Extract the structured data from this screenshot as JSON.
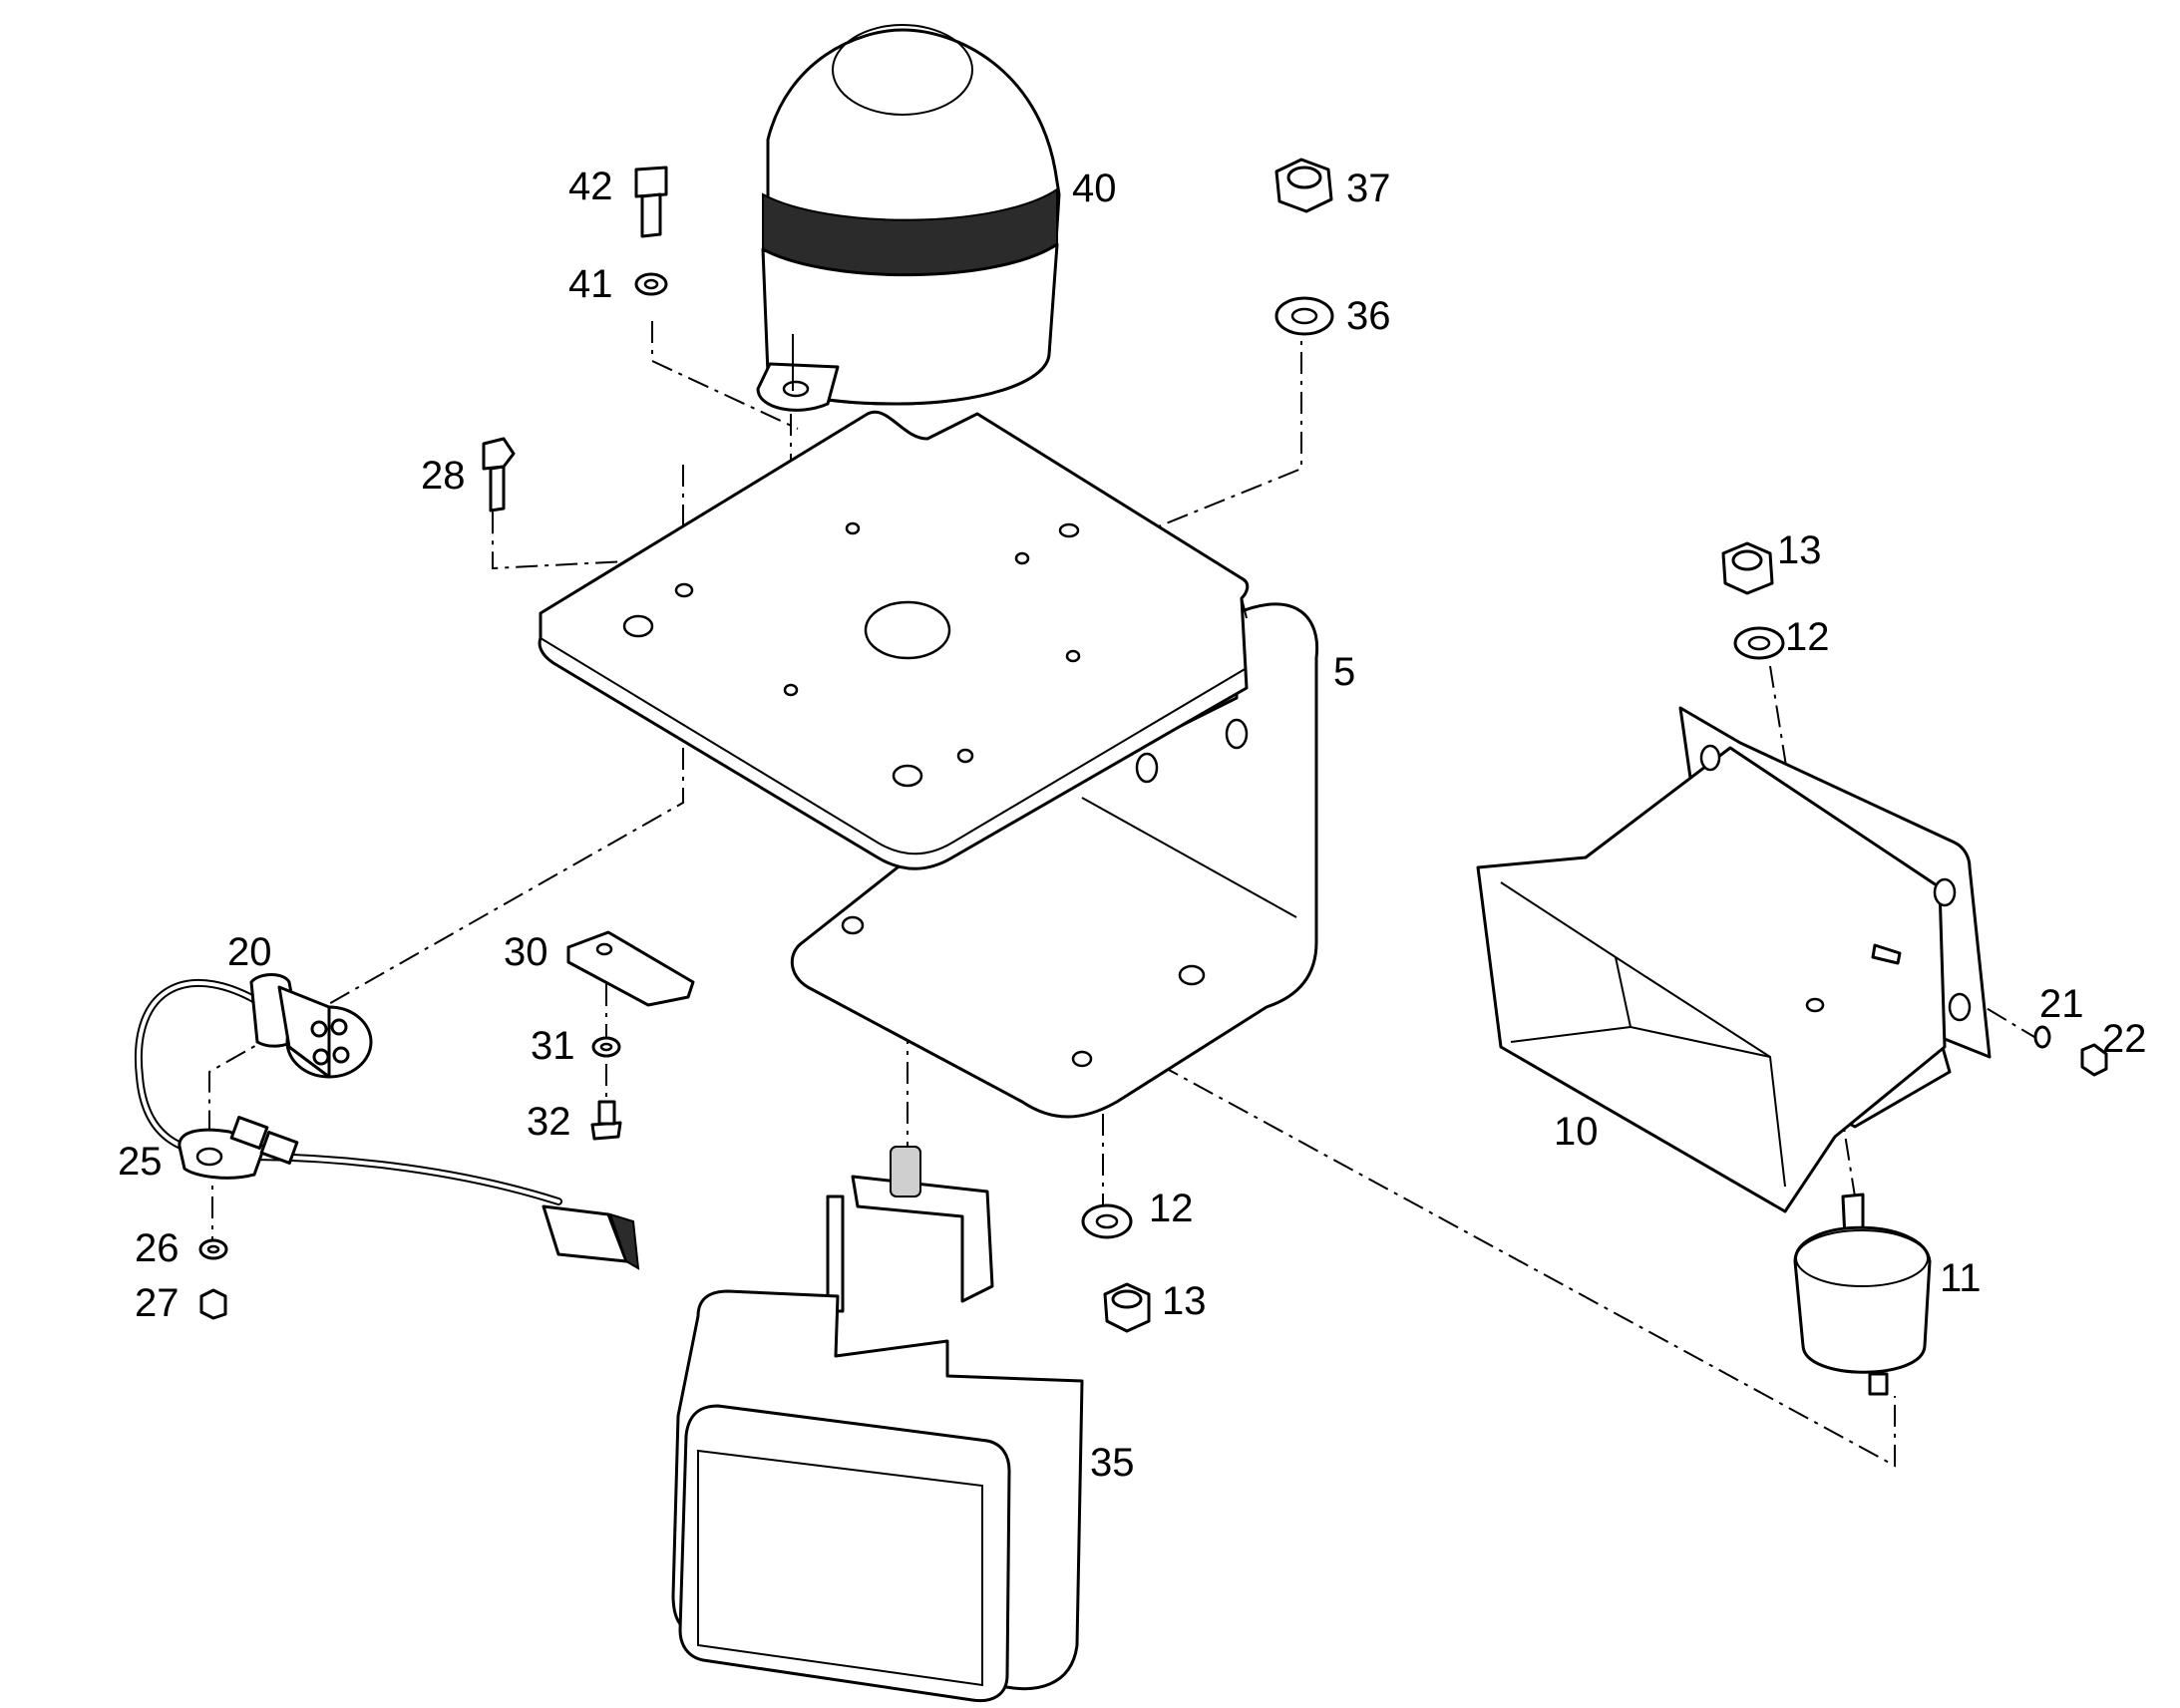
{
  "callouts": [
    {
      "id": "c5",
      "label": "5"
    },
    {
      "id": "c10",
      "label": "10"
    },
    {
      "id": "c11",
      "label": "11"
    },
    {
      "id": "c12a",
      "label": "12"
    },
    {
      "id": "c12b",
      "label": "12"
    },
    {
      "id": "c13a",
      "label": "13"
    },
    {
      "id": "c13b",
      "label": "13"
    },
    {
      "id": "c20",
      "label": "20"
    },
    {
      "id": "c21",
      "label": "21"
    },
    {
      "id": "c22",
      "label": "22"
    },
    {
      "id": "c25",
      "label": "25"
    },
    {
      "id": "c26",
      "label": "26"
    },
    {
      "id": "c27",
      "label": "27"
    },
    {
      "id": "c28",
      "label": "28"
    },
    {
      "id": "c30",
      "label": "30"
    },
    {
      "id": "c31",
      "label": "31"
    },
    {
      "id": "c32",
      "label": "32"
    },
    {
      "id": "c35",
      "label": "35"
    },
    {
      "id": "c36",
      "label": "36"
    },
    {
      "id": "c37",
      "label": "37"
    },
    {
      "id": "c40",
      "label": "40"
    },
    {
      "id": "c41",
      "label": "41"
    },
    {
      "id": "c42",
      "label": "42"
    }
  ]
}
